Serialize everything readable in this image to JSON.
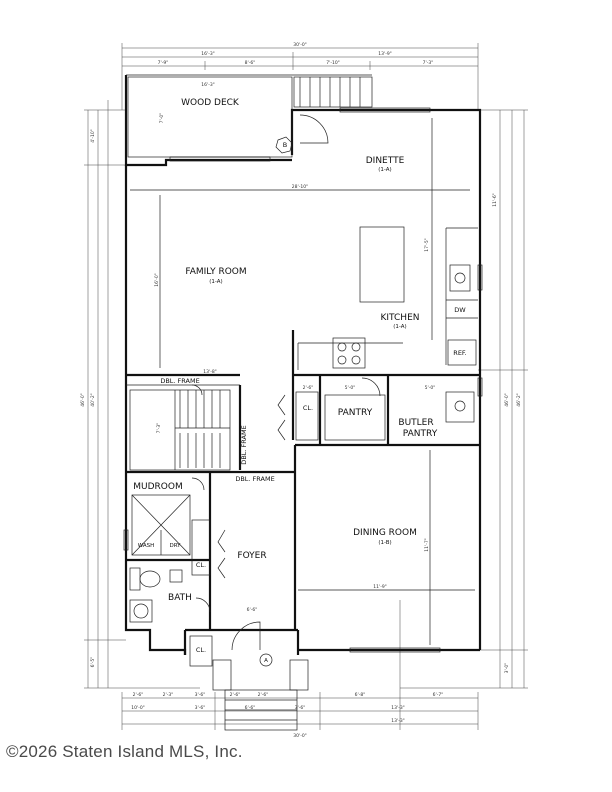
{
  "rooms": {
    "wood_deck": "WOOD DECK",
    "dinette": "DINETTE",
    "dinette_sub": "(1-A)",
    "family_room": "FAMILY ROOM",
    "family_room_sub": "(1-A)",
    "kitchen": "KITCHEN",
    "kitchen_sub": "(1-A)",
    "pantry": "PANTRY",
    "butler": "BUTLER",
    "butler_pantry": "PANTRY",
    "mudroom": "MUDROOM",
    "foyer": "FOYER",
    "dining_room": "DINING ROOM",
    "dining_room_sub": "(1-B)",
    "bath": "BATH"
  },
  "labels": {
    "cl_pantry": "CL.",
    "cl_foyer": "CL.",
    "cl_entry": "CL.",
    "dw": "DW",
    "ref": "REF.",
    "wash": "WASH",
    "dry": "DRY",
    "dbl_frame_1": "DBL. FRAME",
    "dbl_frame_2": "DBL. FRAME",
    "dbl_frame_3": "DBL. FRAME",
    "marker_a": "A",
    "marker_b": "B"
  },
  "dimensions": {
    "top_total": "30'-0\"",
    "top_left": "16'-3\"",
    "top_right": "13'-9\"",
    "top_seg_1": "7'-9\"",
    "top_seg_2": "8'-6\"",
    "top_seg_3": "7'-10\"",
    "top_seg_4": "7'-3\"",
    "deck_width": "16'-3\"",
    "deck_depth": "7'-0\"",
    "family_width": "28'-10\"",
    "family_depth": "16'-0\"",
    "kitchen_depth": "17'-5\"",
    "hall_width": "13'-8\"",
    "dining_depth": "11'-7\"",
    "dining_width": "11'-9\"",
    "foyer_width": "6'-6\"",
    "stair_depth": "7'-3\"",
    "left_1": "4'-10\"",
    "left_2": "46'-0\"",
    "left_3": "40'-2\"",
    "left_4": "6'-5\"",
    "right_1": "11'-6\"",
    "right_2": "46'-0\"",
    "right_3": "46'-2\"",
    "right_4": "3'-0\"",
    "bottom_1": "2'-6\"",
    "bottom_2": "2'-3\"",
    "bottom_3": "3'-6\"",
    "bottom_4": "2'-6\"",
    "bottom_5": "2'-6\"",
    "bottom_6": "6'-8\"",
    "bottom_7": "6'-7\"",
    "bottom_8": "13'-3\"",
    "bottom_9": "13'-3\"",
    "bottom_10": "10'-0\"",
    "bottom_11": "3'-6\"",
    "bottom_total": "30'-0\"",
    "cl_dim_1": "2'-6\"",
    "cl_dim_2": "3'-6\"",
    "pantry_dim": "5'-0\"",
    "butler_dim": "5'-0\""
  },
  "footer": {
    "copyright": "©2026 Staten Island MLS, Inc."
  }
}
